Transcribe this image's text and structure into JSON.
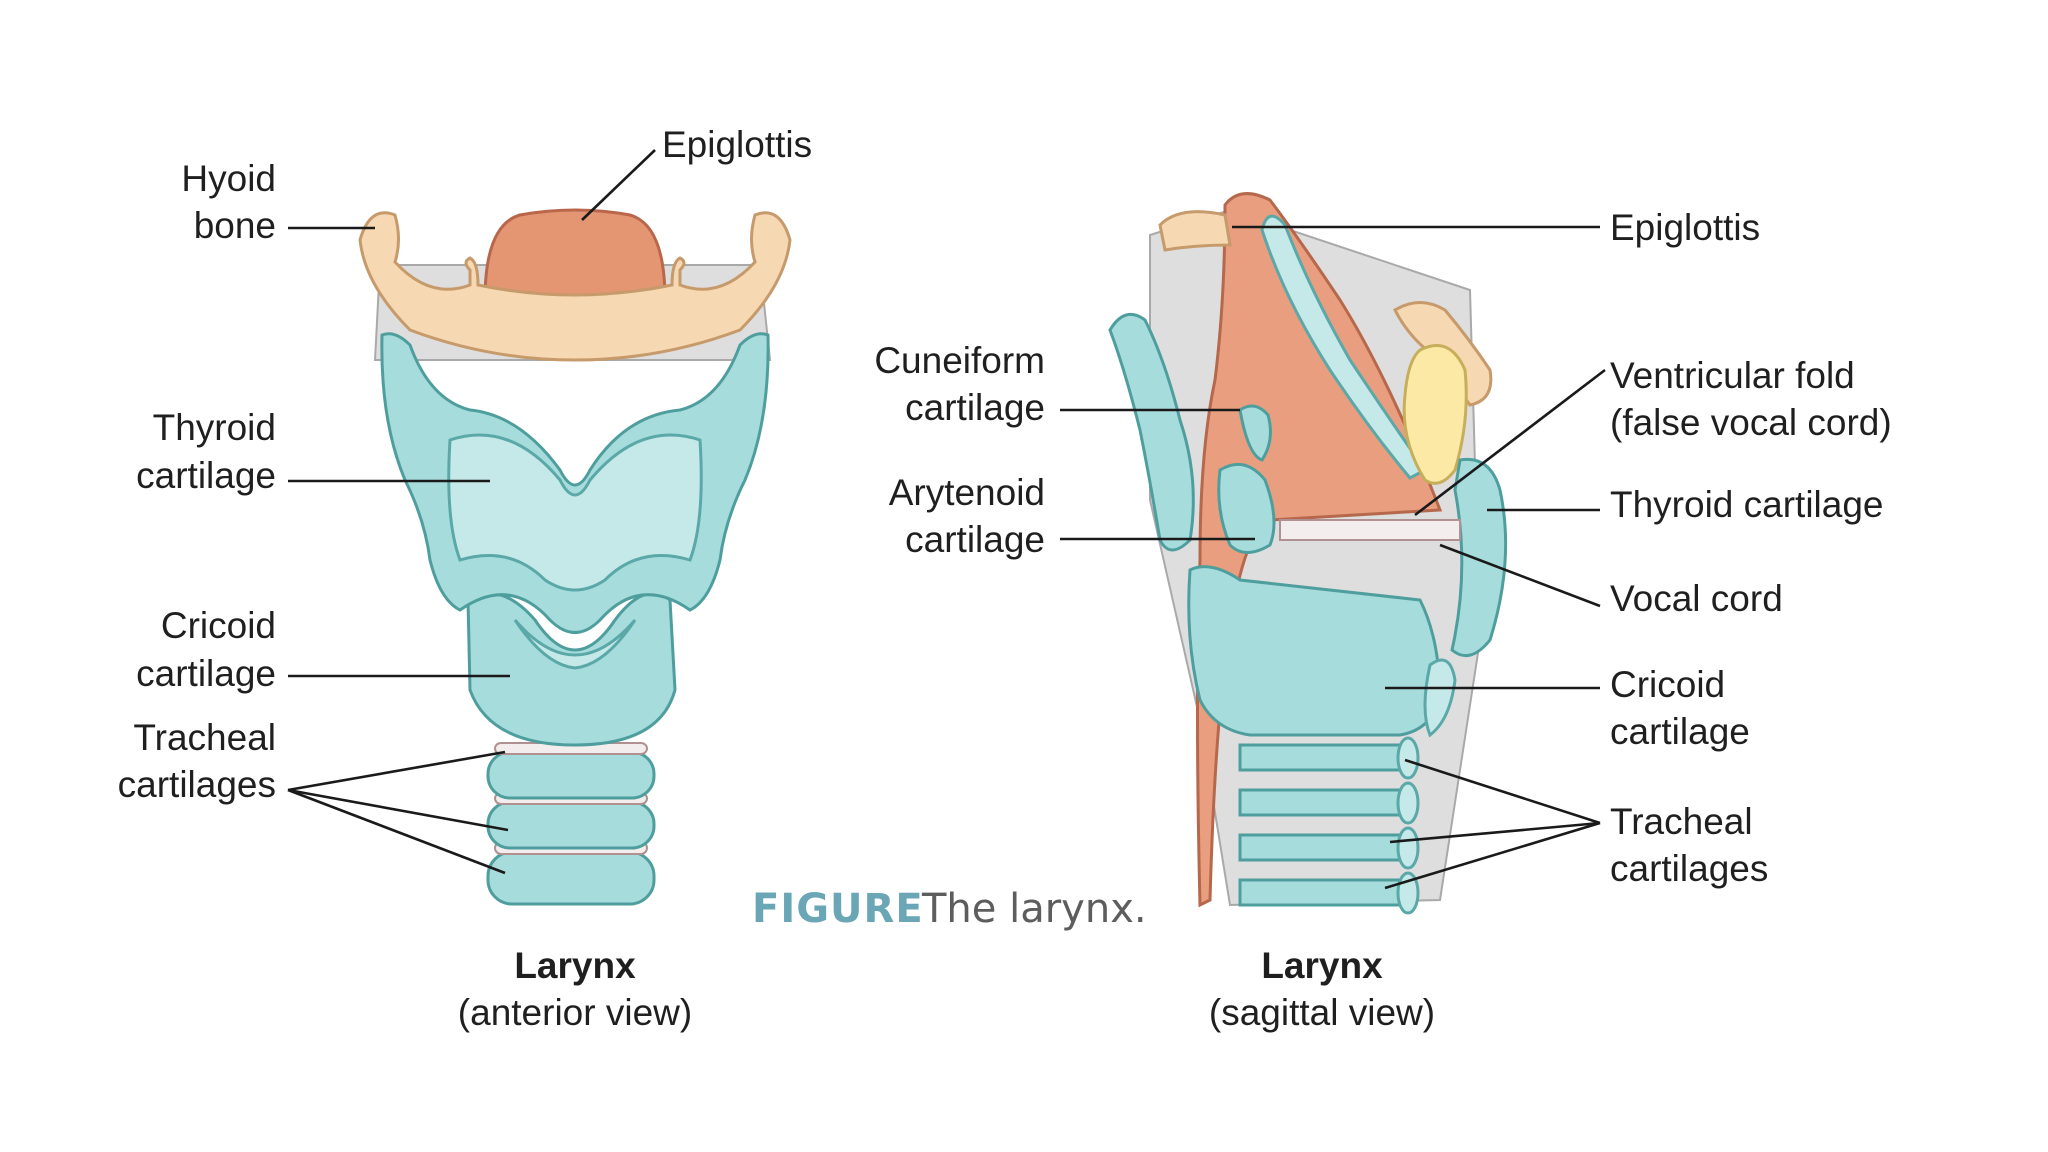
{
  "figure": {
    "label": "FIGURE",
    "caption": "The larynx."
  },
  "anterior": {
    "title": "Larynx",
    "subtitle": "(anterior view)",
    "labels": {
      "epiglottis": "Epiglottis",
      "hyoid_line1": "Hyoid",
      "hyoid_line2": "bone",
      "thyroid_line1": "Thyroid",
      "thyroid_line2": "cartilage",
      "cricoid_line1": "Cricoid",
      "cricoid_line2": "cartilage",
      "tracheal_line1": "Tracheal",
      "tracheal_line2": "cartilages"
    }
  },
  "sagittal": {
    "title": "Larynx",
    "subtitle": "(sagittal view)",
    "labels": {
      "epiglottis": "Epiglottis",
      "cuneiform_line1": "Cuneiform",
      "cuneiform_line2": "cartilage",
      "arytenoid_line1": "Arytenoid",
      "arytenoid_line2": "cartilage",
      "ventricular_line1": "Ventricular fold",
      "ventricular_line2": "(false vocal cord)",
      "thyroid": "Thyroid cartilage",
      "vocal_cord": "Vocal cord",
      "cricoid_line1": "Cricoid",
      "cricoid_line2": "cartilage",
      "tracheal_line1": "Tracheal",
      "tracheal_line2": "cartilages"
    }
  },
  "colors": {
    "cartilage": "#a7dcdd",
    "hyoid": "#f6d8b2",
    "epiglottis": "#e49572",
    "ventricular_fold": "#fbe9a5",
    "figure_label": "#6aa6b5"
  }
}
